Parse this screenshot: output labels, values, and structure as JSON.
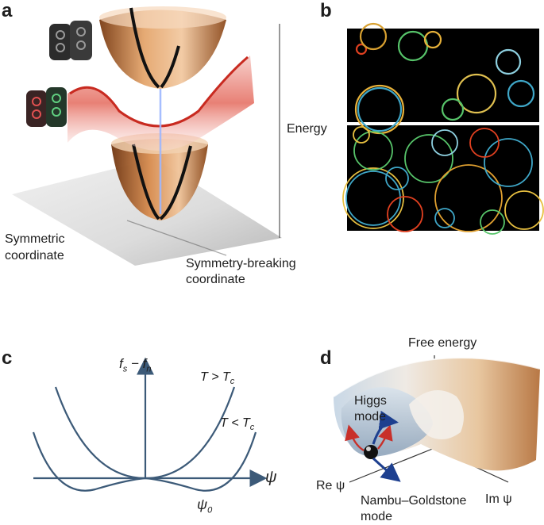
{
  "panels": {
    "a": {
      "letter": "a",
      "energy_label": "Energy",
      "x_label_line1": "Symmetric",
      "x_label_line2": "coordinate",
      "y_label_line1": "Symmetry-breaking",
      "y_label_line2": "coordinate"
    },
    "b": {
      "letter": "b"
    },
    "c": {
      "letter": "c",
      "y_label_main": "f",
      "y_label_sub1": "s",
      "y_label_dash": " − f",
      "y_label_sub2": "n",
      "curve_above": "T > T",
      "curve_above_sub": "c",
      "curve_below": "T < T",
      "curve_below_sub": "c",
      "x_label": "ψ",
      "min_label": "ψ",
      "min_label_sub": "0"
    },
    "d": {
      "letter": "d",
      "free_energy": "Free energy",
      "higgs_line1": "Higgs",
      "higgs_line2": "mode",
      "re_psi": "Re ψ",
      "im_psi": "Im ψ",
      "ng_line1": "Nambu–Goldstone",
      "ng_line2": "mode"
    }
  },
  "colors": {
    "axis": "#3c5a78",
    "curve": "#3c5a78",
    "bowl_orange": "#c8773a",
    "bowl_red": "#e0473a",
    "higgs_arrow": "#c8302a",
    "goldstone_arrow": "#1d3f8f",
    "ring_panel_bg": "#000000"
  }
}
